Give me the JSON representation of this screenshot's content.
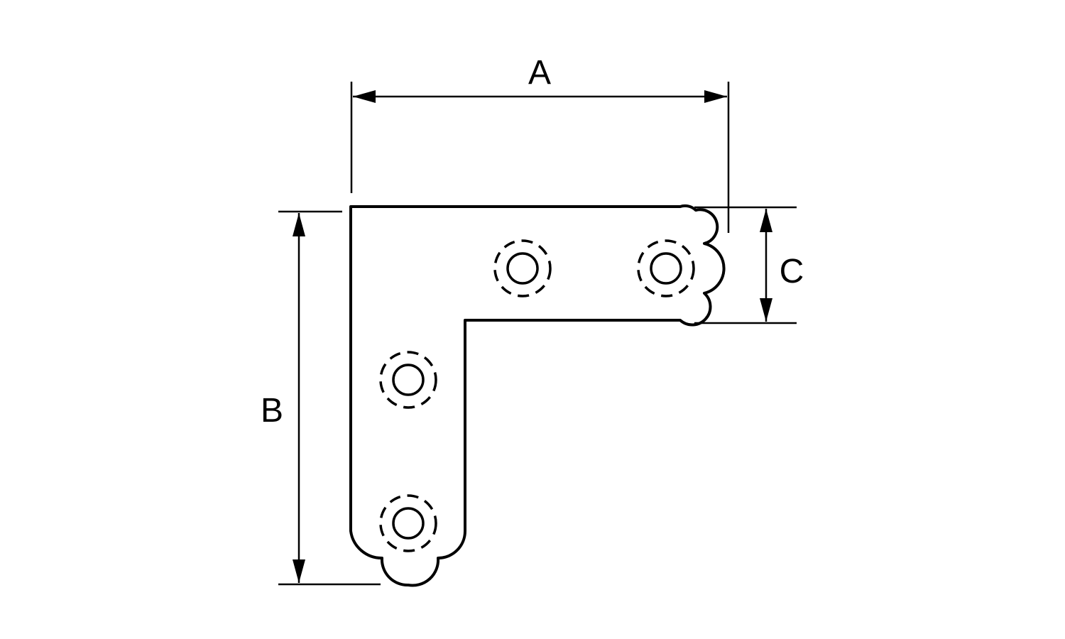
{
  "diagram": {
    "colors": {
      "line": "#000000",
      "background": "#ffffff"
    },
    "dimensions": {
      "a_label": "A",
      "b_label": "B",
      "c_label": "C"
    },
    "part": {
      "hole_count": 4
    }
  }
}
